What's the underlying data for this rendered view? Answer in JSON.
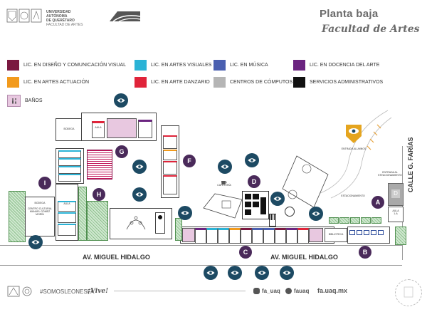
{
  "header": {
    "university": [
      "UNIVERSIDAD AUTÓNOMA",
      "DE QUERÉTARO"
    ],
    "faculty": "FACULTAD DE ARTES",
    "title": "Planta baja",
    "subtitle": "Facultad de Artes"
  },
  "legend": [
    {
      "label": "LIC. EN DISEÑO Y COMUNICACIÓN VISUAL",
      "color": "#7a1840"
    },
    {
      "label": "LIC. EN ARTES VISUALES",
      "color": "#2bb3d6"
    },
    {
      "label": "LIC. EN MÚSICA",
      "color": "#4a5fb0"
    },
    {
      "label": "LIC. EN DOCENCIA DEL ARTE",
      "color": "#6b2480"
    },
    {
      "label": "LIC. EN ARTES ACTUACIÓN",
      "color": "#f29a1c"
    },
    {
      "label": "LIC. EN ARTE DANZARIO",
      "color": "#e0243a"
    },
    {
      "label": "CENTROS DE CÓMPUTOS",
      "color": "#b5b5b5"
    },
    {
      "label": "SERVICIOS ADMINISTRATIVOS",
      "color": "#111111"
    },
    {
      "label": "BAÑOS",
      "color": "#e8c8e0"
    }
  ],
  "map": {
    "street_bottom_left": "AV. MIGUEL HIDALGO",
    "street_bottom_right": "AV. MIGUEL HIDALGO",
    "street_right": "CALLE G. FARÍAS",
    "labels": {
      "bodega": "BODEGA",
      "aula_top": "AULA",
      "cafeteria": "CAFETERÍA",
      "elevador": "ELEVADOR",
      "estacionamiento": "ESTACIONAMIENTO",
      "entrada_alumnos": "ENTRADA ALUMNOS",
      "entrada_estac": "ENTRADA AL ESTACIONAMIENTO",
      "biblioteca": "BIBLIOTECA",
      "aula_a": "AULA",
      "aula_a_num": "1-A",
      "bodega_left": "BODEGA",
      "centro_cultural": "CENTRO CULTURAL MANUEL GÓMEZ MORÍN",
      "aula_1": "AULA"
    },
    "zone_badges": [
      "A",
      "B",
      "C",
      "D",
      "F",
      "G",
      "H",
      "I"
    ]
  },
  "footer": {
    "hashtag": "#SOMOSLEONESFA",
    "vive": "¡Vive!",
    "instagram": "fa_uaq",
    "facebook": "fauaq",
    "website": "fa.uaq.mx"
  }
}
